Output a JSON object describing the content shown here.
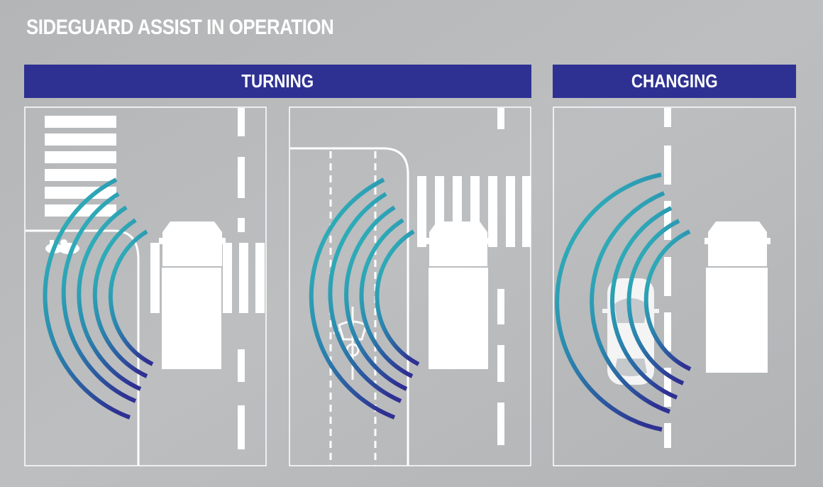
{
  "title": "SIDEGUARD ASSIST IN OPERATION",
  "sections": {
    "turning": "TURNING",
    "changing": "CHANGING"
  },
  "colors": {
    "banner": "#2e3192",
    "arc_start": "#2fbcbc",
    "arc_end": "#2e3192",
    "road_marking": "#ffffff",
    "background": "#b7b9bb"
  },
  "icons": [
    "pedestrian-icon",
    "cyclist-icon",
    "car-icon",
    "truck-icon"
  ]
}
